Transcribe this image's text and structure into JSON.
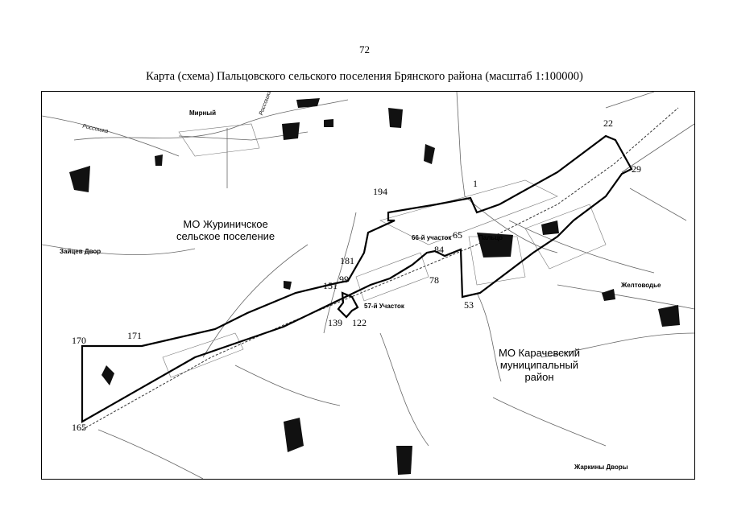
{
  "page": {
    "number": "72"
  },
  "title": "Карта (схема) Пальцовского сельского поселения Брянского района (масштаб 1:100000)",
  "regions": {
    "zhurinichskoe": {
      "line1": "МО Журиничское",
      "line2": "сельское поселение"
    },
    "karachevsky": {
      "line1": "МО Карачевский",
      "line2": "муниципальный",
      "line3": "район"
    }
  },
  "boundary_points": {
    "p1": "1",
    "p22": "22",
    "p29": "29",
    "p194": "194",
    "p65": "65",
    "p84": "84",
    "p181": "181",
    "p99": "99",
    "p151": "151",
    "p78": "78",
    "p53": "53",
    "p139": "139",
    "p122": "122",
    "p170": "170",
    "p171": "171",
    "p165": "165"
  },
  "places": {
    "mirny": "Мирный",
    "rossoshka": "Россошка",
    "rossoshka_vertical": "Россошка",
    "zaitsev_dvor": "Зайцев Двор",
    "uchastok66": "66-й участок",
    "paltso": "Пальцо",
    "uchastok57": "57-й Участок",
    "zheltovodye": "Желтоводье",
    "zharkiny_dvory": "Жаркины Дворы"
  },
  "colors": {
    "boundary": "#000000",
    "forest": "#111111",
    "roads": "#555555"
  }
}
